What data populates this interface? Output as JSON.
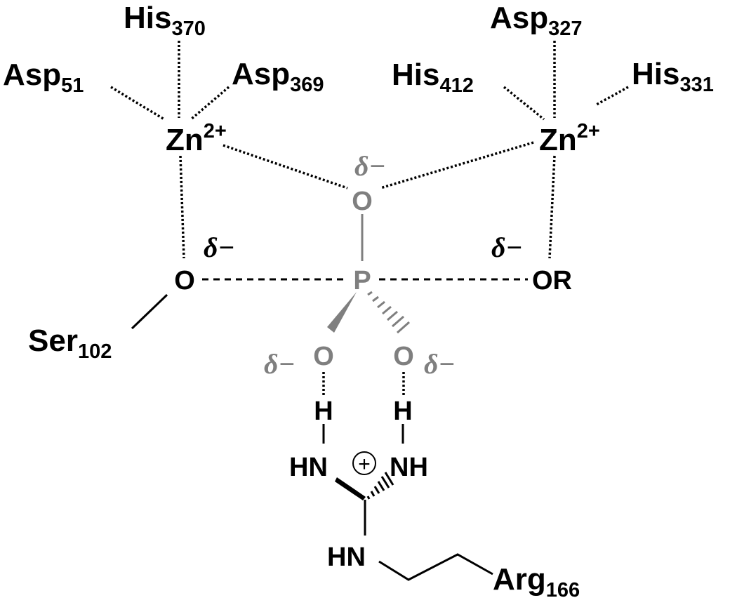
{
  "residues": {
    "his370": {
      "name": "His",
      "num": "370"
    },
    "asp51": {
      "name": "Asp",
      "num": "51"
    },
    "asp369": {
      "name": "Asp",
      "num": "369"
    },
    "asp327": {
      "name": "Asp",
      "num": "327"
    },
    "his412": {
      "name": "His",
      "num": "412"
    },
    "his331": {
      "name": "His",
      "num": "331"
    },
    "ser102": {
      "name": "Ser",
      "num": "102"
    },
    "arg166": {
      "name": "Arg",
      "num": "166"
    }
  },
  "zinc_left": {
    "symbol": "Zn",
    "charge": "2+"
  },
  "zinc_right": {
    "symbol": "Zn",
    "charge": "2+"
  },
  "phosphate": {
    "p": "P",
    "o_top": "O",
    "o_left": "O",
    "o_right": "O"
  },
  "ser_oxygen": "O",
  "leaving_group": "OR",
  "partial_charge": "δ−",
  "arginine": {
    "h_left": "H",
    "h_right": "H",
    "hn_left": "HN",
    "nh_right": "NH",
    "plus": "+",
    "hn_bottom": "HN"
  },
  "colors": {
    "substrate": "#7f7f7f",
    "enzyme": "#000000"
  }
}
